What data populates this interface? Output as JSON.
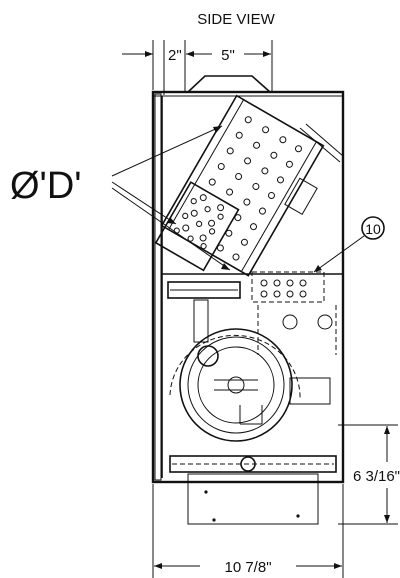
{
  "title": "SIDE VIEW",
  "dimensions": {
    "top_left": "2\"",
    "top_opening": "5\"",
    "right_height": "6 3/16\"",
    "bottom_width": "10 7/8\""
  },
  "labels": {
    "diameter": "Ø'D'",
    "callout": "10"
  },
  "colors": {
    "line": "#111111",
    "background": "#ffffff"
  }
}
